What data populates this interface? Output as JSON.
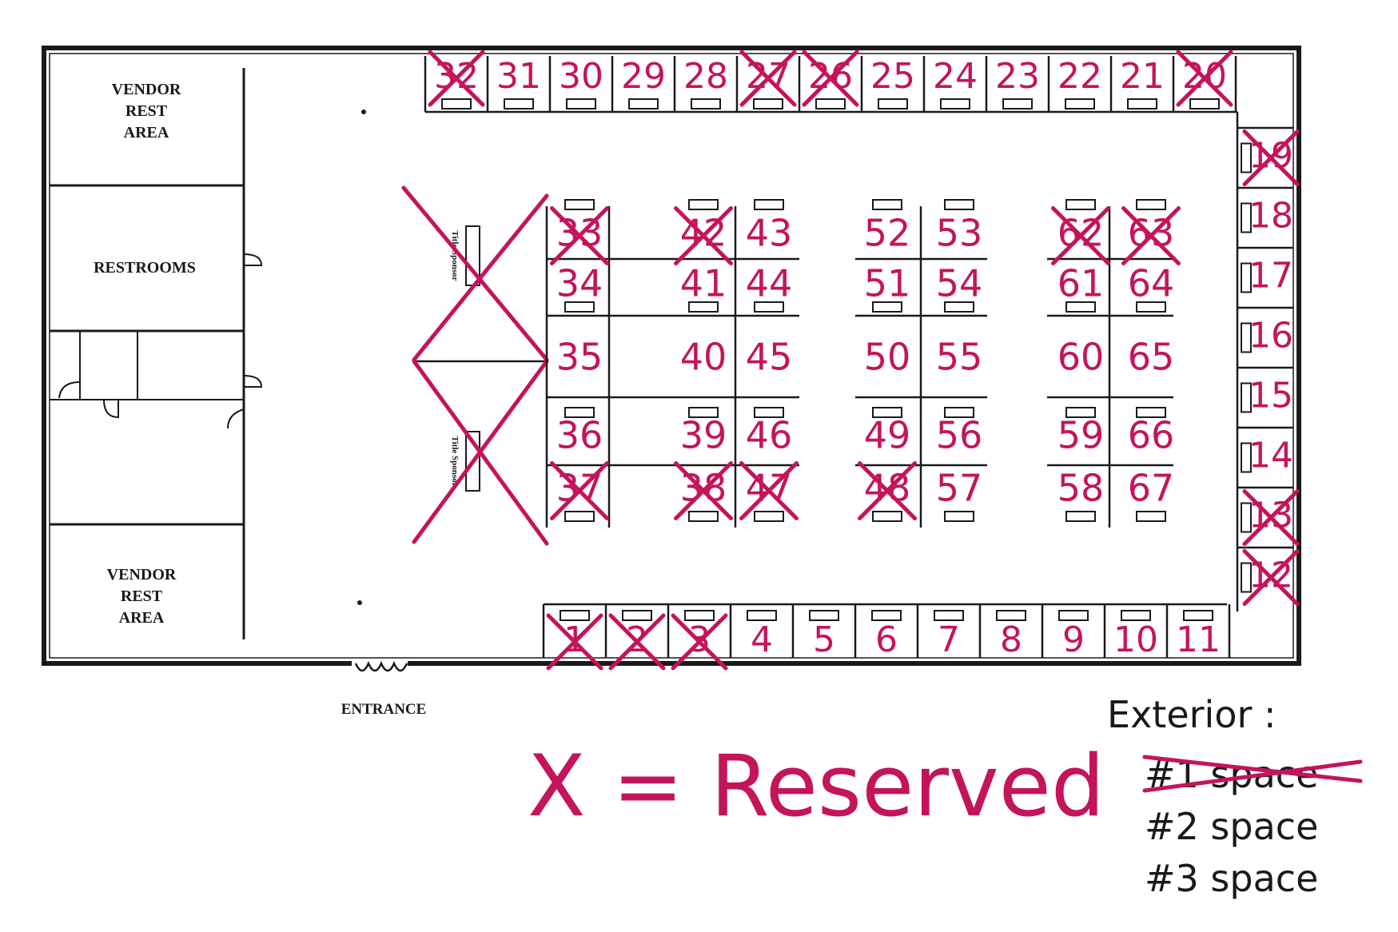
{
  "colors": {
    "ink": "#1a1a1a",
    "marker": "#c4145a",
    "paper": "#ffffff"
  },
  "rooms": {
    "vendor_rest_top": [
      "VENDOR",
      "REST",
      "AREA"
    ],
    "restrooms": "RESTROOMS",
    "vendor_rest_bottom": [
      "VENDOR",
      "REST",
      "AREA"
    ],
    "entrance": "ENTRANCE",
    "title_sponsor_1": "Title Sponsor",
    "title_sponsor_2": "Title Sponsor"
  },
  "legend": {
    "reserved": "X = Reserved",
    "exterior_title": "Exterior :",
    "exterior_items": [
      {
        "label": "#1 space",
        "reserved": true
      },
      {
        "label": "#2 space",
        "reserved": false
      },
      {
        "label": "#3 space",
        "reserved": false
      }
    ]
  },
  "booths": {
    "top_row": [
      {
        "n": "32",
        "reserved": true
      },
      {
        "n": "31",
        "reserved": false
      },
      {
        "n": "30",
        "reserved": false
      },
      {
        "n": "29",
        "reserved": false
      },
      {
        "n": "28",
        "reserved": false
      },
      {
        "n": "27",
        "reserved": true
      },
      {
        "n": "26",
        "reserved": true
      },
      {
        "n": "25",
        "reserved": false
      },
      {
        "n": "24",
        "reserved": false
      },
      {
        "n": "23",
        "reserved": false
      },
      {
        "n": "22",
        "reserved": false
      },
      {
        "n": "21",
        "reserved": false
      },
      {
        "n": "20",
        "reserved": true
      }
    ],
    "bottom_row": [
      {
        "n": "1",
        "reserved": true
      },
      {
        "n": "2",
        "reserved": true
      },
      {
        "n": "3",
        "reserved": true
      },
      {
        "n": "4",
        "reserved": false
      },
      {
        "n": "5",
        "reserved": false
      },
      {
        "n": "6",
        "reserved": false
      },
      {
        "n": "7",
        "reserved": false
      },
      {
        "n": "8",
        "reserved": false
      },
      {
        "n": "9",
        "reserved": false
      },
      {
        "n": "10",
        "reserved": false
      },
      {
        "n": "11",
        "reserved": false
      }
    ],
    "right_column": [
      {
        "n": "19",
        "reserved": true
      },
      {
        "n": "18",
        "reserved": false
      },
      {
        "n": "17",
        "reserved": false
      },
      {
        "n": "16",
        "reserved": false
      },
      {
        "n": "15",
        "reserved": false
      },
      {
        "n": "14",
        "reserved": false
      },
      {
        "n": "13",
        "reserved": true
      },
      {
        "n": "12",
        "reserved": true
      }
    ],
    "island_columns": [
      [
        {
          "n": "33",
          "reserved": true
        },
        {
          "n": "34",
          "reserved": false
        },
        {
          "n": "35",
          "reserved": false
        },
        {
          "n": "36",
          "reserved": false
        },
        {
          "n": "37",
          "reserved": true
        }
      ],
      [
        {
          "n": "42",
          "reserved": true
        },
        {
          "n": "41",
          "reserved": false
        },
        {
          "n": "40",
          "reserved": false
        },
        {
          "n": "39",
          "reserved": false
        },
        {
          "n": "38",
          "reserved": true
        }
      ],
      [
        {
          "n": "43",
          "reserved": false
        },
        {
          "n": "44",
          "reserved": false
        },
        {
          "n": "45",
          "reserved": false
        },
        {
          "n": "46",
          "reserved": false
        },
        {
          "n": "47",
          "reserved": true
        }
      ],
      [
        {
          "n": "52",
          "reserved": false
        },
        {
          "n": "51",
          "reserved": false
        },
        {
          "n": "50",
          "reserved": false
        },
        {
          "n": "49",
          "reserved": false
        },
        {
          "n": "48",
          "reserved": true
        }
      ],
      [
        {
          "n": "53",
          "reserved": false
        },
        {
          "n": "54",
          "reserved": false
        },
        {
          "n": "55",
          "reserved": false
        },
        {
          "n": "56",
          "reserved": false
        },
        {
          "n": "57",
          "reserved": false
        }
      ],
      [
        {
          "n": "62",
          "reserved": true
        },
        {
          "n": "61",
          "reserved": false
        },
        {
          "n": "60",
          "reserved": false
        },
        {
          "n": "59",
          "reserved": false
        },
        {
          "n": "58",
          "reserved": false
        }
      ],
      [
        {
          "n": "63",
          "reserved": true
        },
        {
          "n": "64",
          "reserved": false
        },
        {
          "n": "65",
          "reserved": false
        },
        {
          "n": "66",
          "reserved": false
        },
        {
          "n": "67",
          "reserved": false
        }
      ]
    ]
  }
}
